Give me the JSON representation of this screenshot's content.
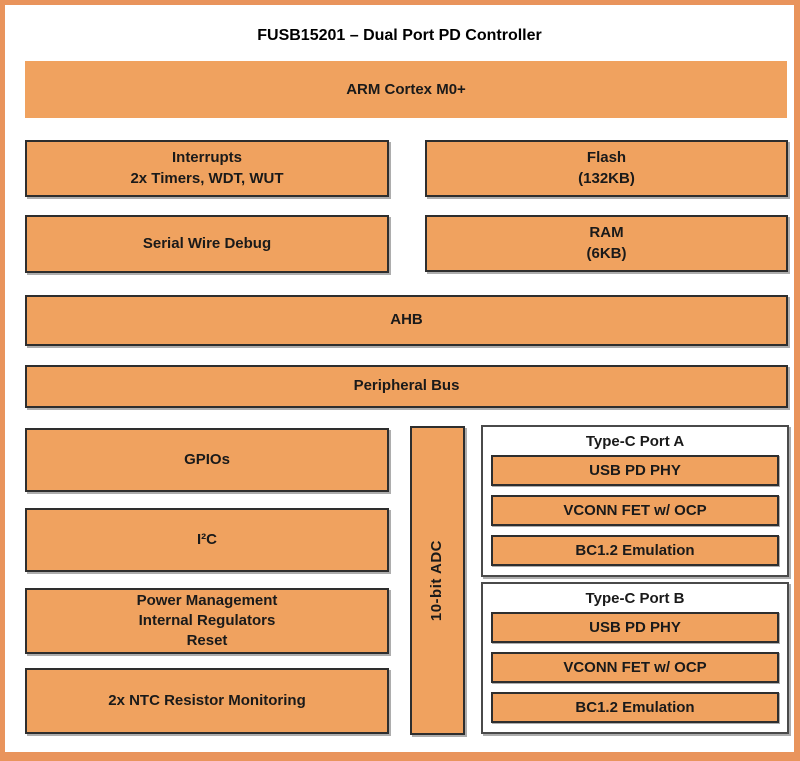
{
  "diagram": {
    "title": "FUSB15201 – Dual Port PD Controller",
    "colors": {
      "block_fill": "#F0A25F",
      "frame_orange": "#E9945C",
      "border_dark": "#2E2E2E",
      "container_border": "#4A4A4A",
      "text": "#1A1A1A"
    },
    "blocks": {
      "arm": "ARM Cortex M0+",
      "interrupts_line1": "Interrupts",
      "interrupts_line2": "2x Timers, WDT, WUT",
      "flash_line1": "Flash",
      "flash_line2": "(132KB)",
      "serial_wire_debug": "Serial Wire Debug",
      "ram_line1": "RAM",
      "ram_line2": "(6KB)",
      "ahb": "AHB",
      "peripheral_bus": "Peripheral Bus",
      "gpios": "GPIOs",
      "i2c": "I²C",
      "power_line1": "Power Management",
      "power_line2": "Internal Regulators",
      "power_line3": "Reset",
      "ntc": "2x NTC Resistor Monitoring",
      "adc": "10-bit ADC",
      "port_a": {
        "title": "Type-C Port A",
        "items": [
          "USB PD PHY",
          "VCONN FET w/ OCP",
          "BC1.2 Emulation"
        ]
      },
      "port_b": {
        "title": "Type-C Port B",
        "items": [
          "USB PD PHY",
          "VCONN FET w/ OCP",
          "BC1.2 Emulation"
        ]
      }
    }
  }
}
